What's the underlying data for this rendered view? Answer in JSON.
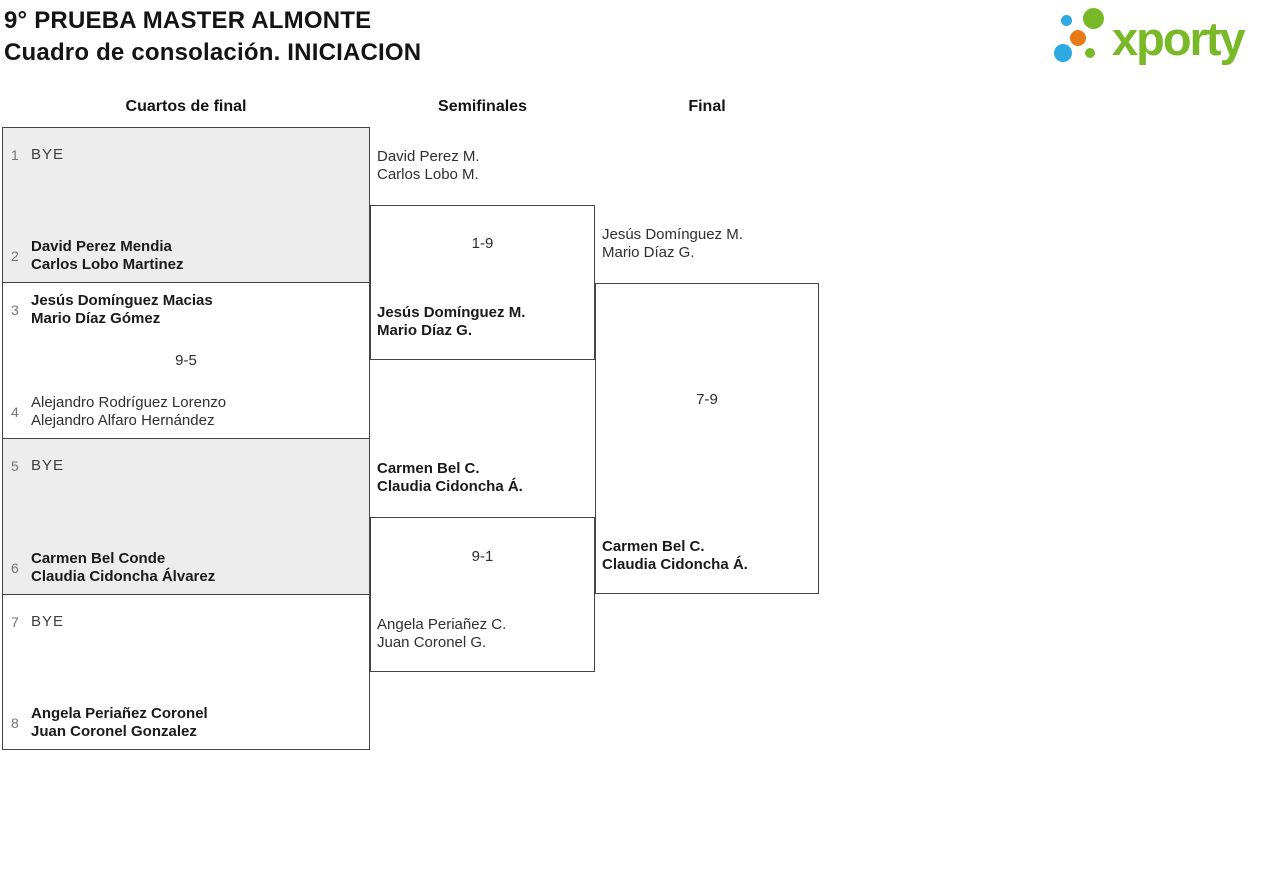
{
  "title": {
    "line1": "9° PRUEBA MASTER ALMONTE",
    "line2": "Cuadro de consolación. INICIACION"
  },
  "logo": {
    "text": "xporty"
  },
  "rounds": {
    "r1": "Cuartos de final",
    "r2": "Semifinales",
    "r3": "Final"
  },
  "qf": {
    "m1": {
      "seed_a": "1",
      "a1": "BYE",
      "seed_b": "2",
      "b1": "David Perez Mendia",
      "b2": "Carlos Lobo Martinez"
    },
    "m2": {
      "seed_a": "3",
      "a1": "Jesús Domínguez Macias",
      "a2": "Mario Díaz Gómez",
      "score": "9-5",
      "seed_b": "4",
      "b1": "Alejandro Rodríguez Lorenzo",
      "b2": "Alejandro Alfaro Hernández"
    },
    "m3": {
      "seed_a": "5",
      "a1": "BYE",
      "seed_b": "6",
      "b1": "Carmen Bel Conde",
      "b2": "Claudia Cidoncha Álvarez"
    },
    "m4": {
      "seed_a": "7",
      "a1": "BYE",
      "seed_b": "8",
      "b1": "Angela Periañez Coronel",
      "b2": "Juan Coronel Gonzalez"
    }
  },
  "sf": {
    "m1": {
      "top1": "David Perez M.",
      "top2": "Carlos Lobo M.",
      "score": "1-9",
      "bot1": "Jesús Domínguez M.",
      "bot2": "Mario Díaz G."
    },
    "m2": {
      "top1": "Carmen Bel C.",
      "top2": "Claudia Cidoncha Á.",
      "score": "9-1",
      "bot1": "Angela Periañez C.",
      "bot2": "Juan Coronel G."
    }
  },
  "final": {
    "top1": "Jesús Domínguez M.",
    "top2": "Mario Díaz G.",
    "score": "7-9",
    "win1": "Carmen Bel C.",
    "win2": "Claudia Cidoncha Á."
  },
  "colors": {
    "brand_green": "#79b928",
    "brand_blue": "#2ea9e1",
    "brand_orange": "#e87b16",
    "bye_block_bg": "#ededed",
    "bracket_line": "#454545"
  }
}
